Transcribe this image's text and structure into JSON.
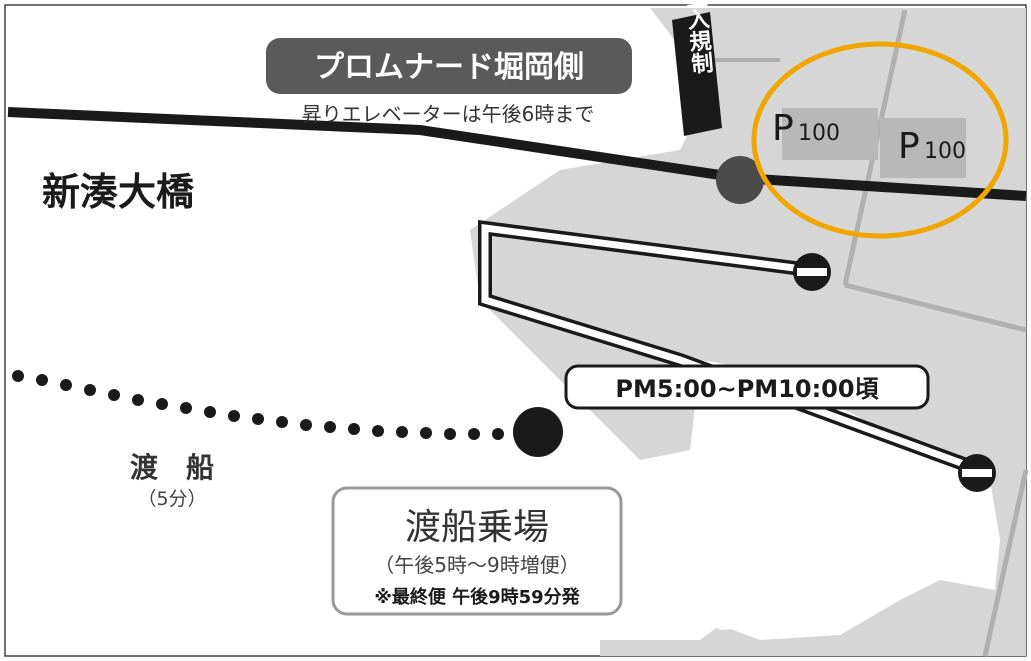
{
  "promenade": {
    "label": "プロムナード堀岡側",
    "note": "昇りエレベーターは午後6時まで"
  },
  "bridge": {
    "name": "新湊大橋"
  },
  "no_entry_sign": {
    "text": "立入規制"
  },
  "parking": {
    "spaces": [
      {
        "prefix": "P",
        "number": "100"
      },
      {
        "prefix": "P",
        "number": "100"
      }
    ],
    "highlight_color": "#f0a500"
  },
  "ferry": {
    "label": "渡　船",
    "duration": "（5分）"
  },
  "time_label": {
    "text": "PM5:00~PM10:00頃"
  },
  "ferry_terminal": {
    "title": "渡船乗場",
    "schedule": "（午後5時～9時増便）",
    "last_departure": "※最終便 午後9時59分発"
  },
  "colors": {
    "land": "#d6d6d6",
    "road_line": "#b0b0b0",
    "road_black": "#1a1a1a",
    "label_bg": "#5a5a5a",
    "parking_bg": "#b8b8b8",
    "white": "#ffffff"
  }
}
